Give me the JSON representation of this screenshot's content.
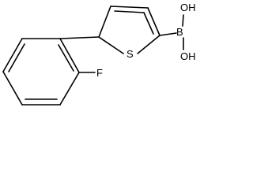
{
  "molecule": {
    "atoms": {
      "sulfur": "S",
      "boron": "B",
      "hydroxyl_top": "OH",
      "hydroxyl_bottom": "OH",
      "fluorine": "F"
    }
  }
}
